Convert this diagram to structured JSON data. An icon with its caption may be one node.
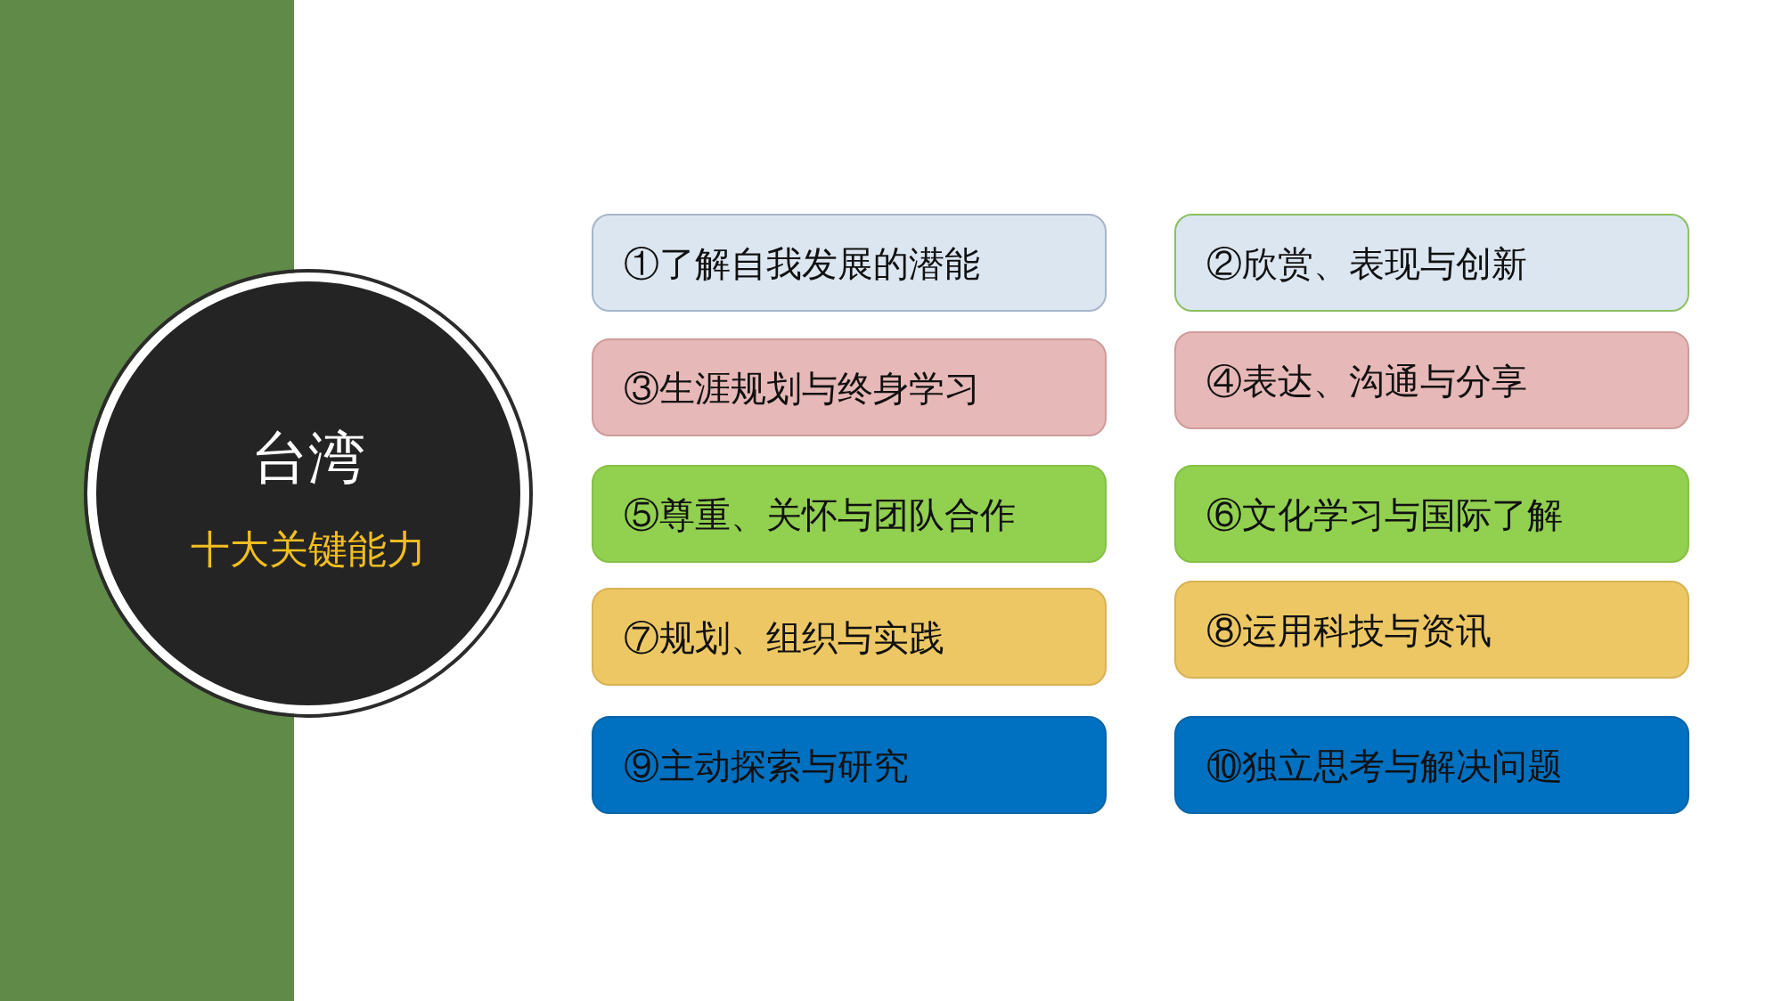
{
  "diagram": {
    "nodes": [
      {
        "text": [
          "台湾",
          "十大关键能力"
        ]
      },
      {
        "text": [
          "①了解自我发展的潜能"
        ]
      },
      {
        "text": [
          "②欣赏、表现与创新"
        ]
      },
      {
        "text": [
          "③生涯规划与终身学习"
        ]
      },
      {
        "text": [
          "④表达、沟通与分享"
        ]
      },
      {
        "text": [
          "⑤尊重、关怀与团队合作"
        ]
      },
      {
        "text": [
          "⑥文化学习与国际了解"
        ]
      },
      {
        "text": [
          "⑦规划、组织与实践"
        ]
      },
      {
        "text": [
          "⑧运用科技与资讯"
        ]
      },
      {
        "text": [
          "⑨主动探索与研究"
        ]
      },
      {
        "text": [
          "⑩独立思考与解决问题"
        ]
      }
    ]
  }
}
